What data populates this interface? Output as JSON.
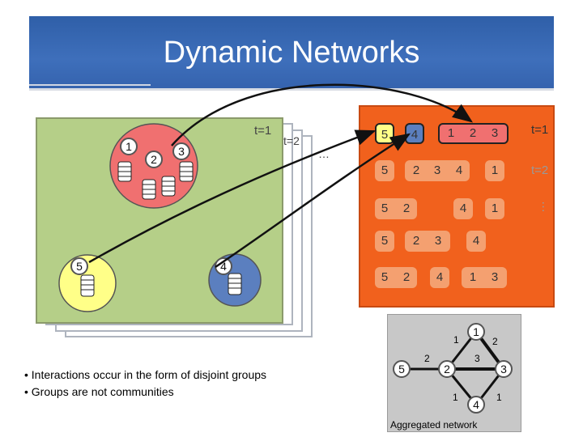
{
  "slide": {
    "title": "Dynamic Networks"
  },
  "snapshot_view": {
    "label_t1": "t=1",
    "label_t2": "t=2",
    "ellipsis": "…",
    "nodes": [
      "1",
      "2",
      "3",
      "5",
      "4"
    ]
  },
  "timeline": {
    "labels": [
      "t=1",
      "t=2",
      "…"
    ],
    "rows": [
      [
        "5",
        "4",
        "1",
        "2",
        "3"
      ],
      [
        "5",
        "2",
        "3",
        "4",
        "1"
      ],
      [
        "5",
        "2",
        "4",
        "1"
      ],
      [
        "5",
        "2",
        "3",
        "4"
      ],
      [
        "5",
        "2",
        "4",
        "1",
        "3"
      ]
    ]
  },
  "bullets": [
    "• Interactions occur in the form of disjoint groups",
    "• Groups are not communities"
  ],
  "aggregated": {
    "caption": "Aggregated network",
    "nodes": [
      "1",
      "2",
      "3",
      "4",
      "5"
    ],
    "weights": [
      "1",
      "2",
      "2",
      "3",
      "1",
      "1"
    ]
  },
  "colors": {
    "title_bar": "#3e6fbb",
    "panel_green": "#b5cf88",
    "group_red": "#f07070",
    "group_yellow": "#ffff88",
    "group_blue": "#5b7fbf",
    "timeline_orange": "#f1611d"
  },
  "icons": [
    "zebra-icon"
  ]
}
